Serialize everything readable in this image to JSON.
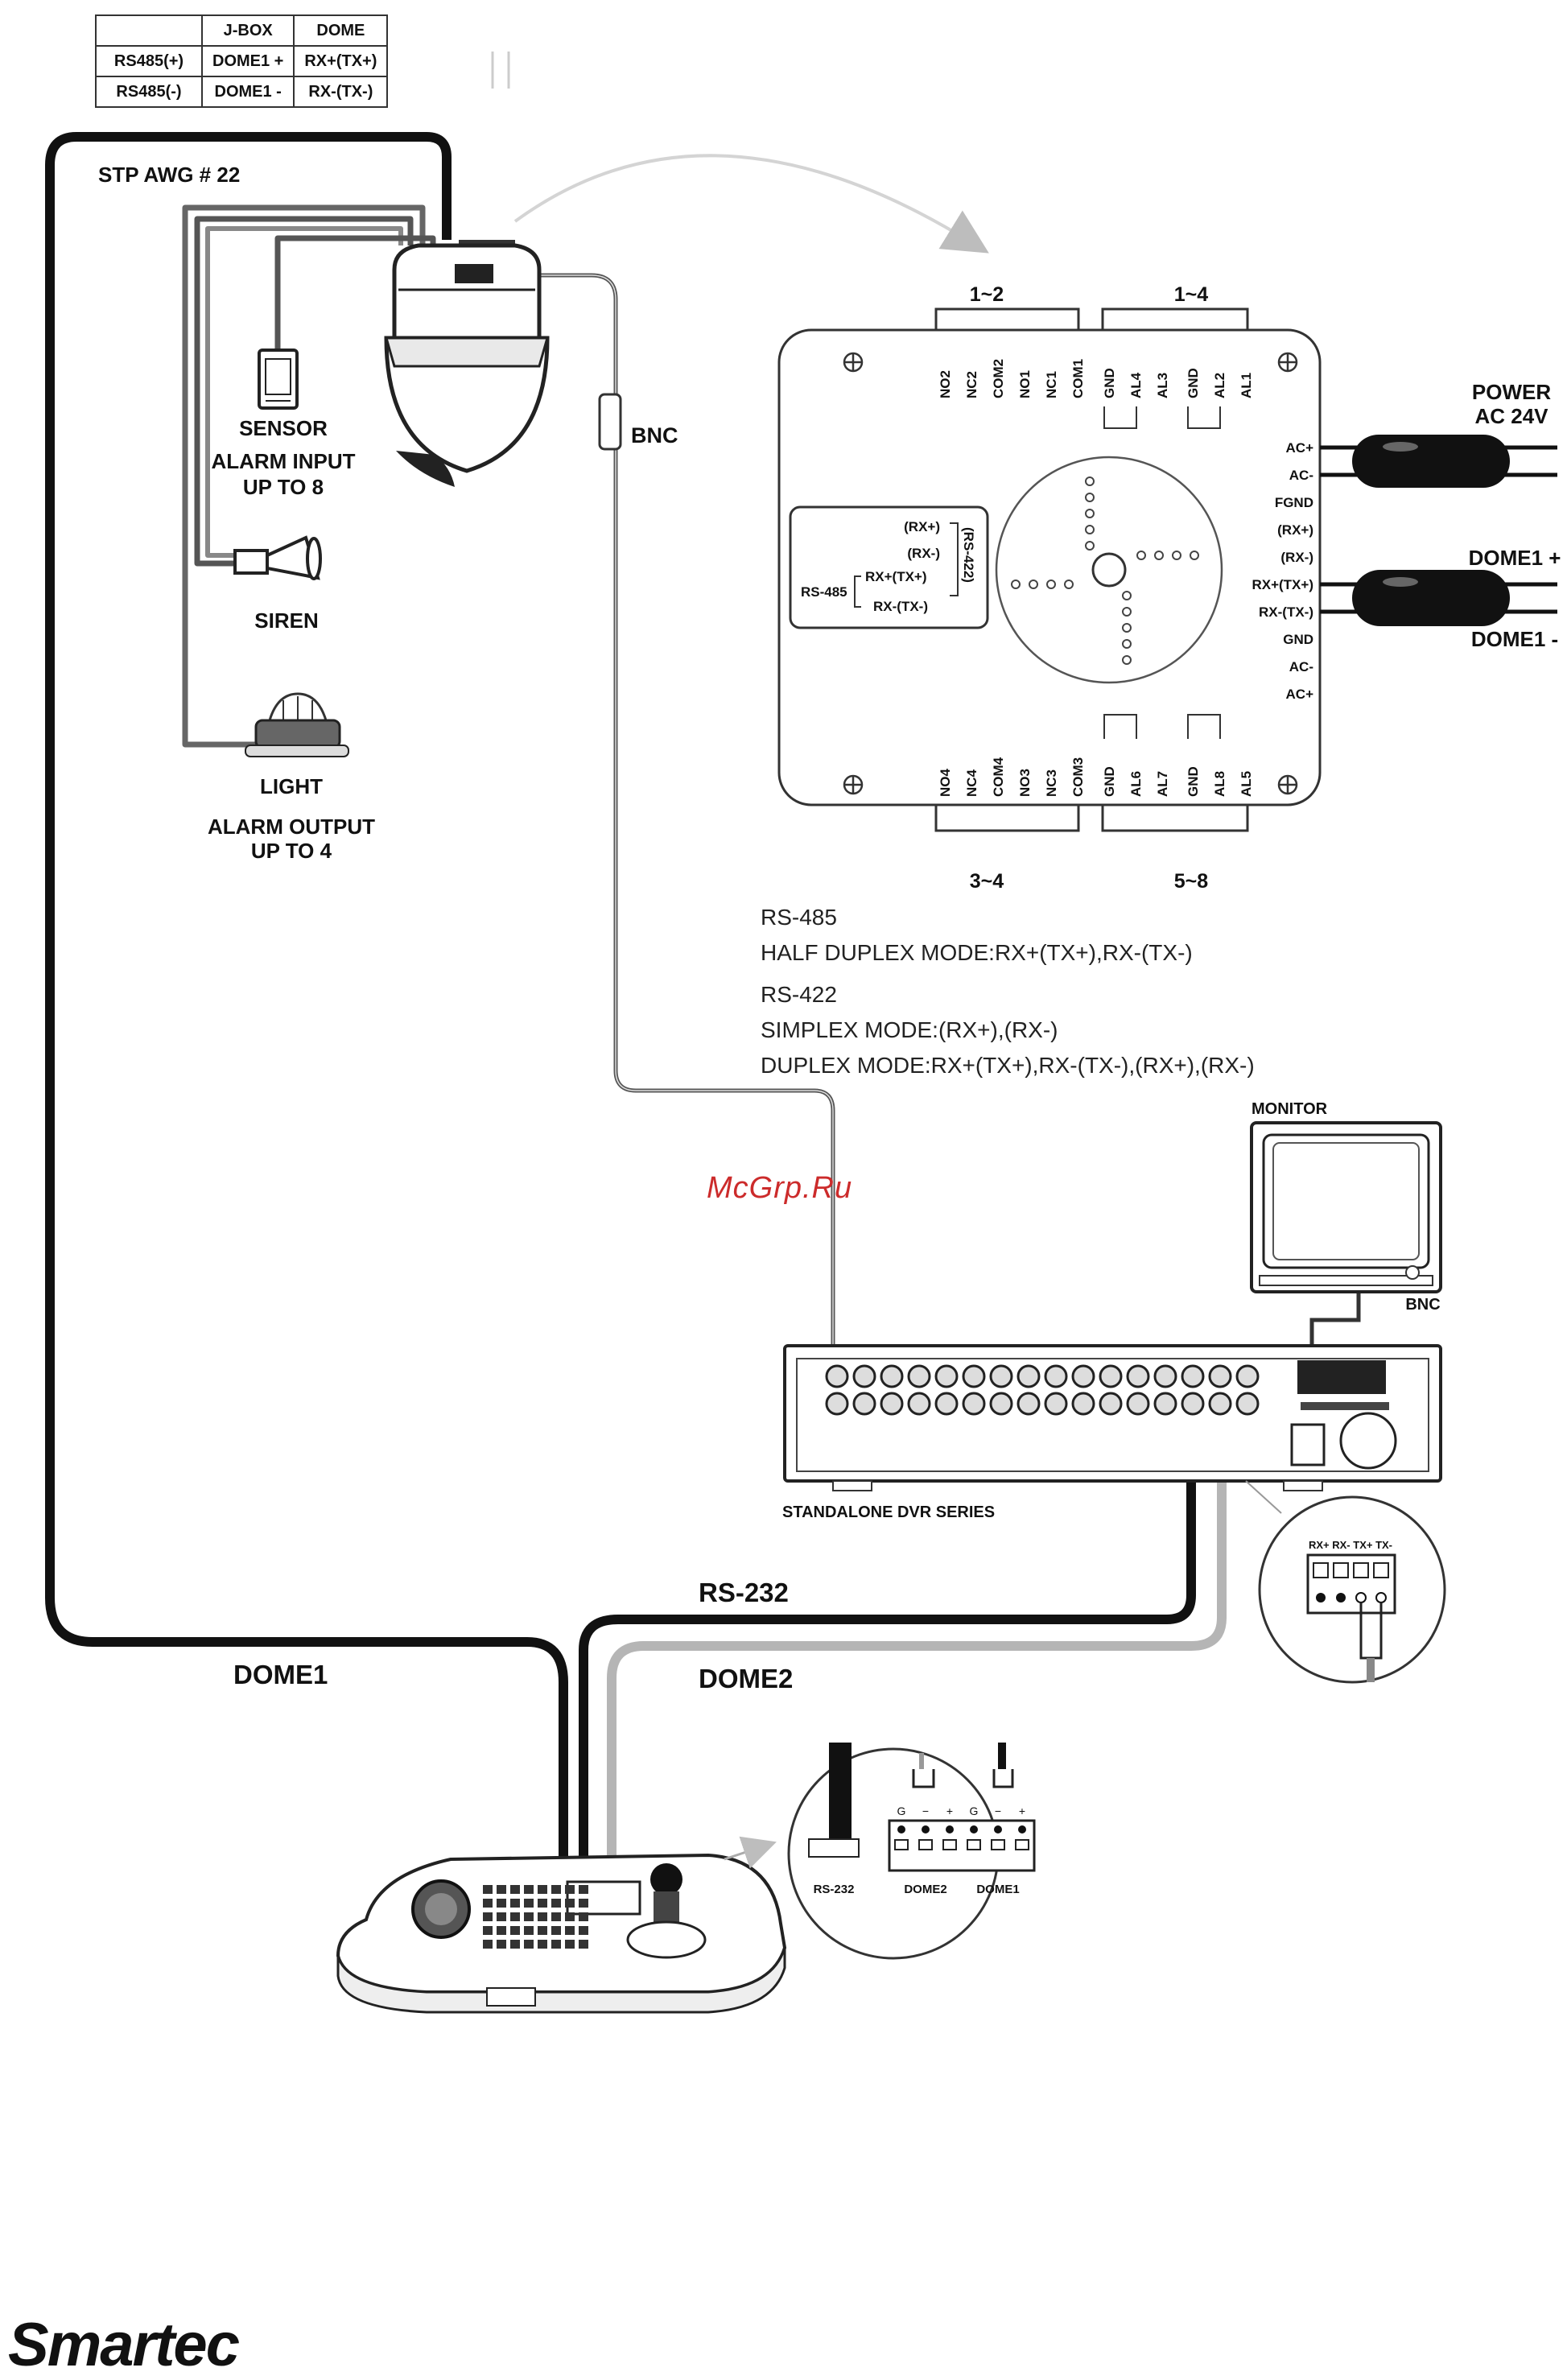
{
  "jbox_table": {
    "headers": [
      "",
      "J-BOX",
      "DOME"
    ],
    "rows": [
      [
        "RS485(+)",
        "DOME1 +",
        "RX+(TX+)"
      ],
      [
        "RS485(-)",
        "DOME1 -",
        "RX-(TX-)"
      ]
    ]
  },
  "labels": {
    "stp_awg": "STP AWG # 22",
    "sensor": "SENSOR",
    "alarm_input_1": "ALARM INPUT",
    "alarm_input_2": "UP TO 8",
    "siren": "SIREN",
    "light": "LIGHT",
    "alarm_output_1": "ALARM OUTPUT",
    "alarm_output_2": "UP TO 4",
    "bnc_camera": "BNC",
    "power_1": "POWER",
    "power_2": "AC 24V",
    "dome1_plus": "DOME1 +",
    "dome1_minus": "DOME1 -",
    "monitor": "MONITOR",
    "bnc_monitor": "BNC",
    "dvr_series": "STANDALONE DVR SERIES",
    "rs232": "RS-232",
    "dome1": "DOME1",
    "dome2": "DOME2"
  },
  "jbox_board": {
    "group_top_left": "1~2",
    "group_top_right": "1~4",
    "group_bottom_left": "3~4",
    "group_bottom_right": "5~8",
    "top_left_pins": [
      "NO2",
      "NC2",
      "COM2",
      "NO1",
      "NC1",
      "COM1"
    ],
    "top_right_pins": [
      "GND",
      "AL4",
      "AL3",
      "GND",
      "AL2",
      "AL1"
    ],
    "bottom_left_pins": [
      "NO4",
      "NC4",
      "COM4",
      "NO3",
      "NC3",
      "COM3"
    ],
    "bottom_right_pins": [
      "GND",
      "AL6",
      "AL7",
      "GND",
      "AL8",
      "AL5"
    ],
    "right_pins": [
      "AC+",
      "AC-",
      "FGND",
      "(RX+)",
      "(RX-)",
      "RX+(TX+)",
      "RX-(TX-)",
      "GND",
      "AC-",
      "AC+"
    ],
    "inset_rx_plus": "(RX+)",
    "inset_rx_minus": "(RX-)",
    "inset_rs422": "(RS-422)",
    "inset_rs485": "RS-485",
    "inset_rxtx_plus": "RX+(TX+)",
    "inset_rxtx_minus": "RX-(TX-)"
  },
  "mode_notes": {
    "rs485_title": "RS-485",
    "rs485_half": "HALF DUPLEX MODE:RX+(TX+),RX-(TX-)",
    "rs422_title": "RS-422",
    "rs422_simplex": "SIMPLEX MODE:(RX+),(RX-)",
    "rs422_duplex": "DUPLEX MODE:RX+(TX+),RX-(TX-),(RX+),(RX-)"
  },
  "dvr_inset": {
    "header": "RX+ RX- TX+ TX-"
  },
  "keyboard_inset": {
    "rs232": "RS-232",
    "dome2": "DOME2",
    "dome1": "DOME1",
    "pin_marks": [
      "G",
      "−",
      "+",
      "G",
      "−",
      "+"
    ]
  },
  "watermark": "McGrp.Ru",
  "logo": "Smartec"
}
